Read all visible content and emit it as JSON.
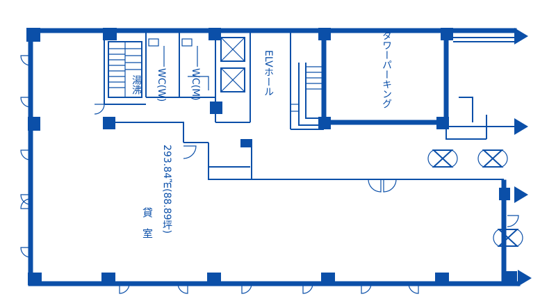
{
  "rooms": {
    "wc_w": "WC(W)",
    "wc_m": "WC(M)",
    "kitchenette": "湯沸",
    "elevator_hall": "ELVホール",
    "tower_parking": "タワーパーキング",
    "office": "貸　室",
    "office_area": "293.84㎡(88.89坪)"
  },
  "colors": {
    "line": "#0b4fa8",
    "background": "#ffffff"
  }
}
